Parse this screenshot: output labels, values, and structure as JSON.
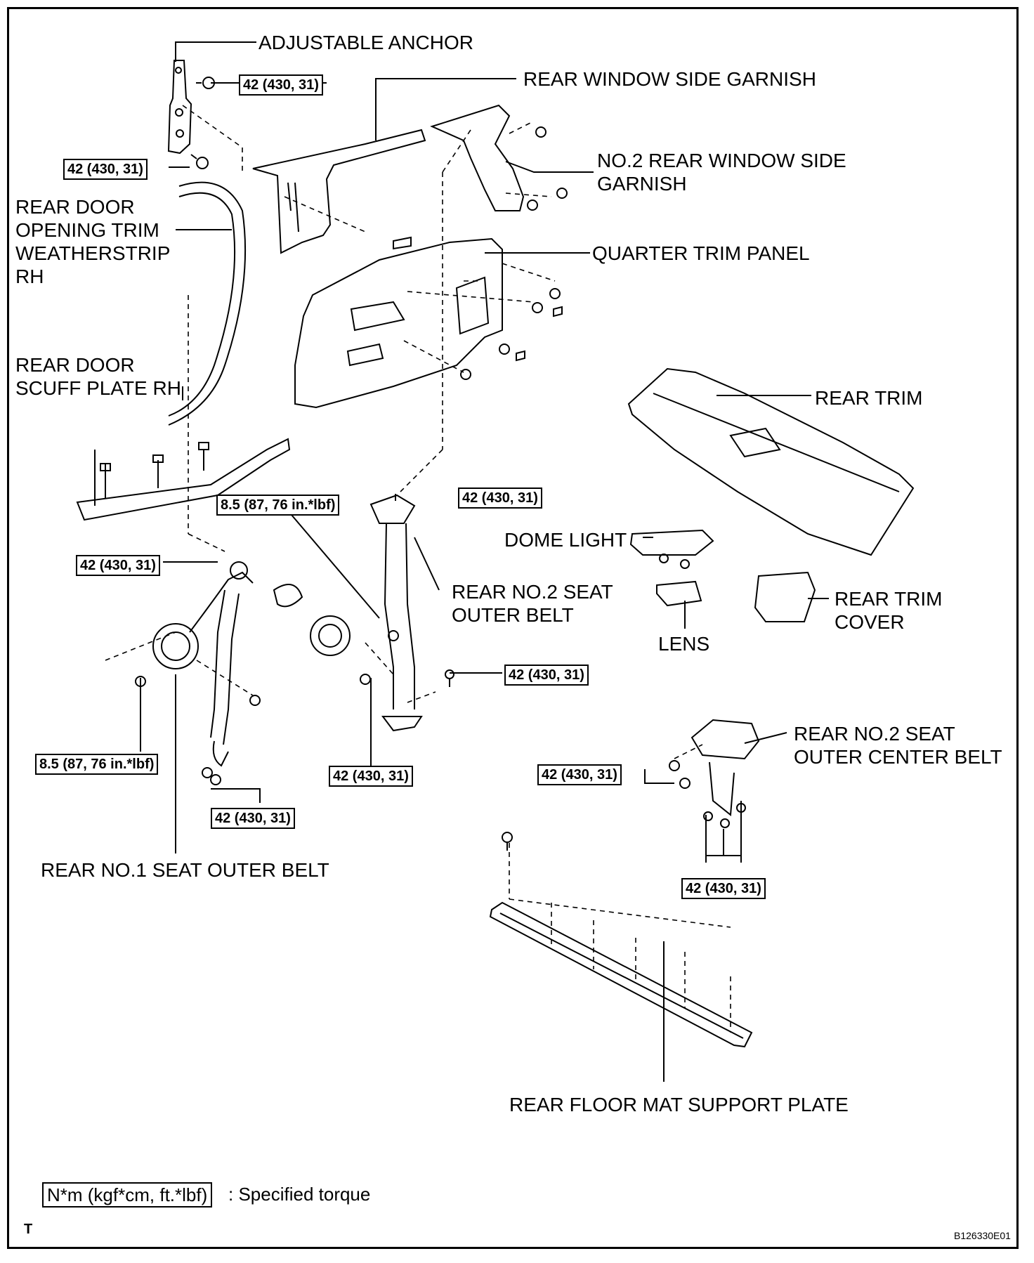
{
  "labels": {
    "adjustable_anchor": "ADJUSTABLE ANCHOR",
    "rear_window_side_garnish": "REAR WINDOW SIDE GARNISH",
    "no2_rear_window_side_garnish": "NO.2 REAR WINDOW SIDE\nGARNISH",
    "rear_door_opening_trim": "REAR DOOR\nOPENING TRIM\nWEATHERSTRIP\nRH",
    "quarter_trim_panel": "QUARTER TRIM PANEL",
    "rear_door_scuff_plate": "REAR DOOR\nSCUFF PLATE RH",
    "rear_trim": "REAR TRIM",
    "dome_light": "DOME LIGHT",
    "rear_no2_seat_outer_belt": "REAR NO.2 SEAT\nOUTER BELT",
    "lens": "LENS",
    "rear_trim_cover": "REAR TRIM\nCOVER",
    "rear_no2_seat_outer_center_belt": "REAR NO.2 SEAT\nOUTER CENTER BELT",
    "rear_no1_seat_outer_belt": "REAR NO.1 SEAT OUTER BELT",
    "rear_floor_mat_support_plate": "REAR FLOOR MAT SUPPORT PLATE"
  },
  "torque": {
    "standard": "42 (430, 31)",
    "small": "8.5 (87, 76 in.*lbf)"
  },
  "legend": {
    "unit": "N*m (kgf*cm, ft.*lbf)",
    "text": ": Specified torque"
  },
  "footer": {
    "corner_mark": "T",
    "figure_code": "B126330E01"
  }
}
